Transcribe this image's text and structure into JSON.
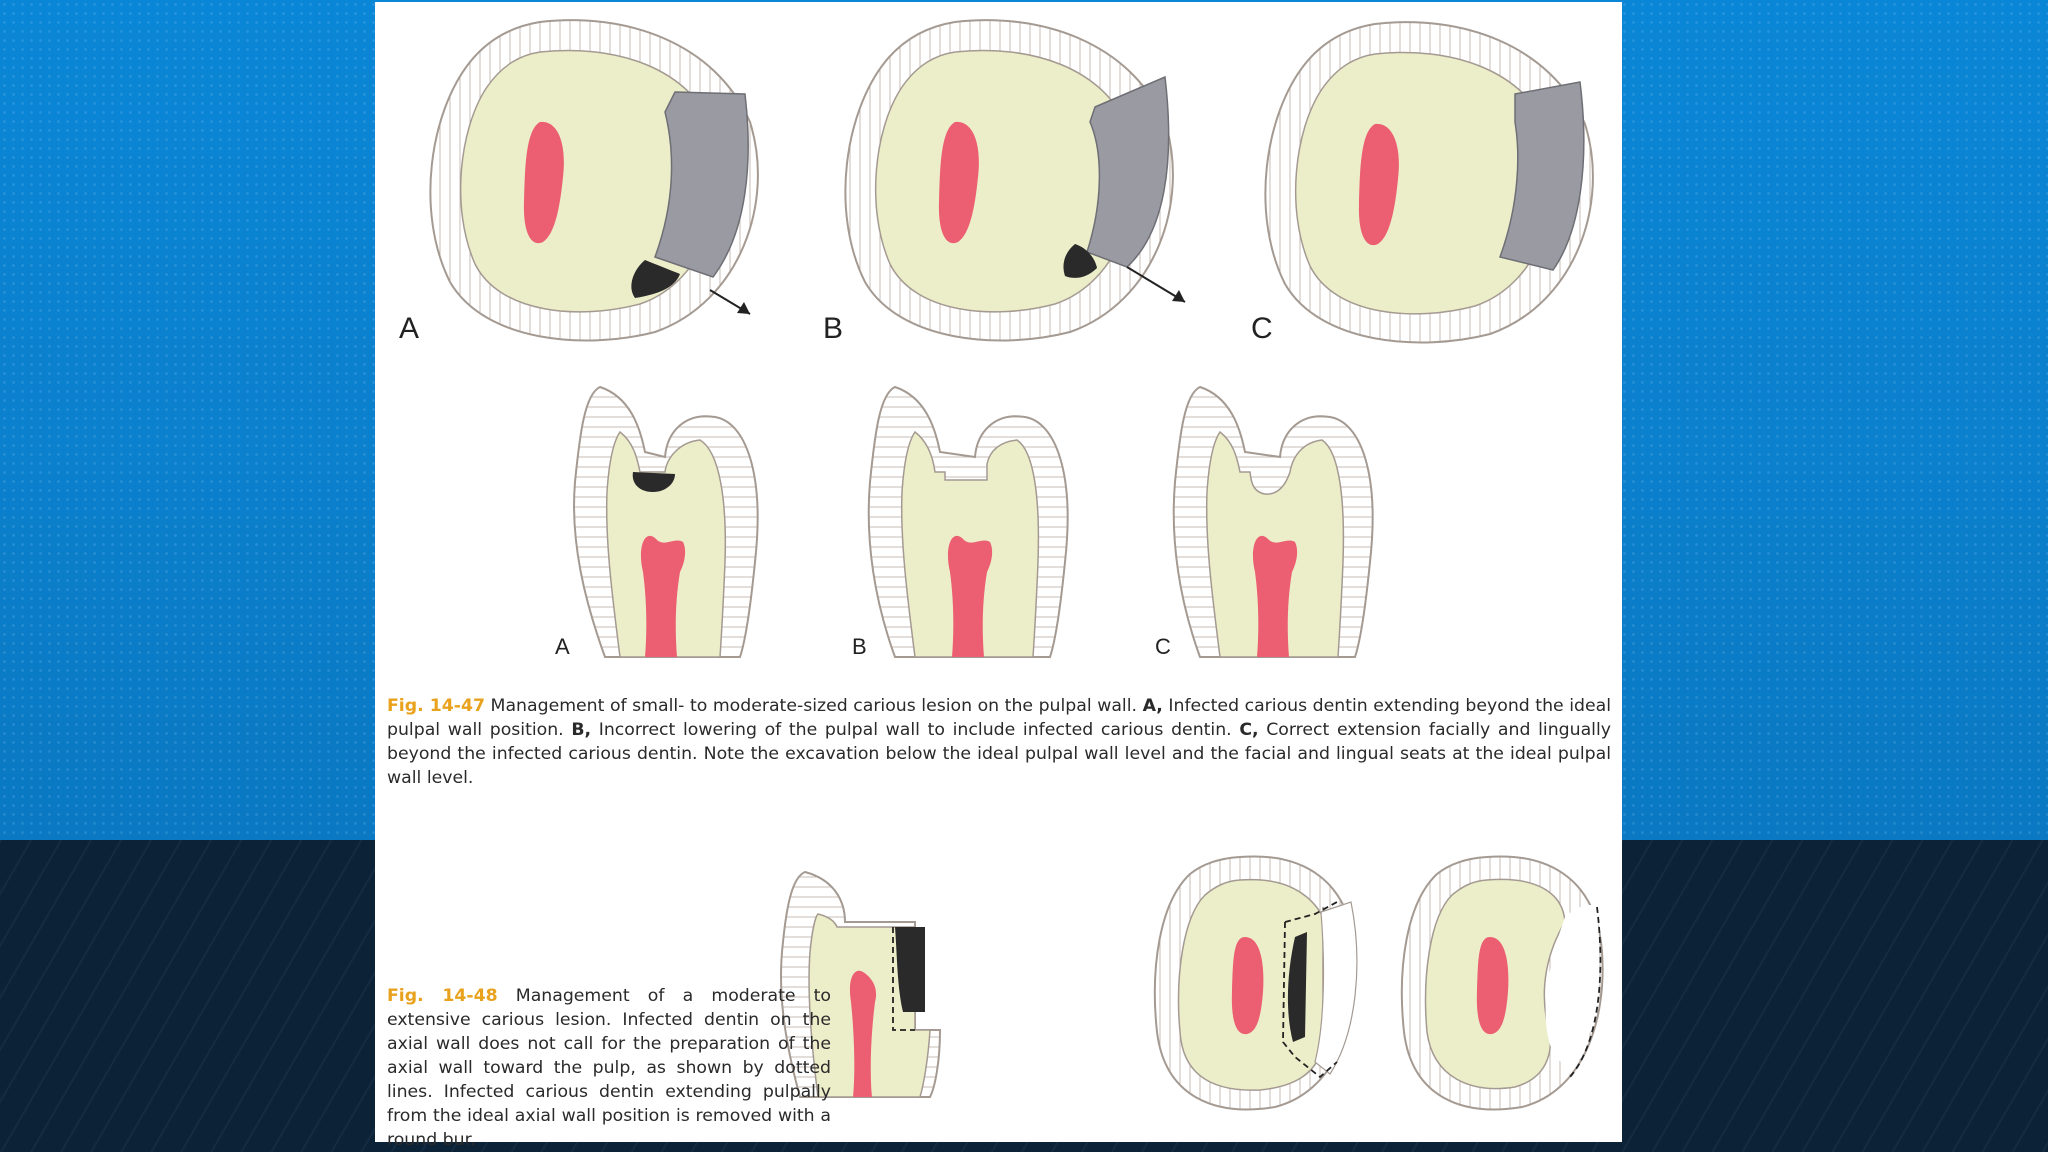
{
  "figure_47": {
    "occlusal_labels": [
      "A",
      "B",
      "C"
    ],
    "proximal_labels": [
      "A",
      "B",
      "C"
    ],
    "caption": {
      "fig_label": "Fig. 14-47",
      "intro": " Management of small- to moderate-sized carious lesion on the pulpal wall. ",
      "a_label": "A,",
      "a_text": " Infected carious dentin extending beyond the ideal pulpal wall position. ",
      "b_label": "B,",
      "b_text": " Incorrect lowering of the pulpal wall to include infected carious dentin. ",
      "c_label": "C,",
      "c_text": " Correct extension facially and lingually beyond the infected carious dentin. Note the excavation below the ideal pulpal wall level and the facial and lingual seats at the ideal pulpal wall level."
    }
  },
  "figure_48": {
    "caption": {
      "fig_label": "Fig. 14-48",
      "text": " Management of a moderate to extensive carious lesion. Infected dentin on the axial wall does not call for the preparation of the axial wall toward the pulp, as shown by dotted lines. Infected carious dentin extending pulpally from the ideal axial wall position is removed with a round bur."
    }
  },
  "colors": {
    "dentin": "#ecedc9",
    "pulp": "#ec5f72",
    "enamel_stroke": "#a49a92",
    "caries": "#2a2a2a",
    "restoration": "#9a9aa2",
    "fig_label": "#e8a21d",
    "background_blue": "#0a80cf",
    "background_dark": "#0c2237"
  }
}
